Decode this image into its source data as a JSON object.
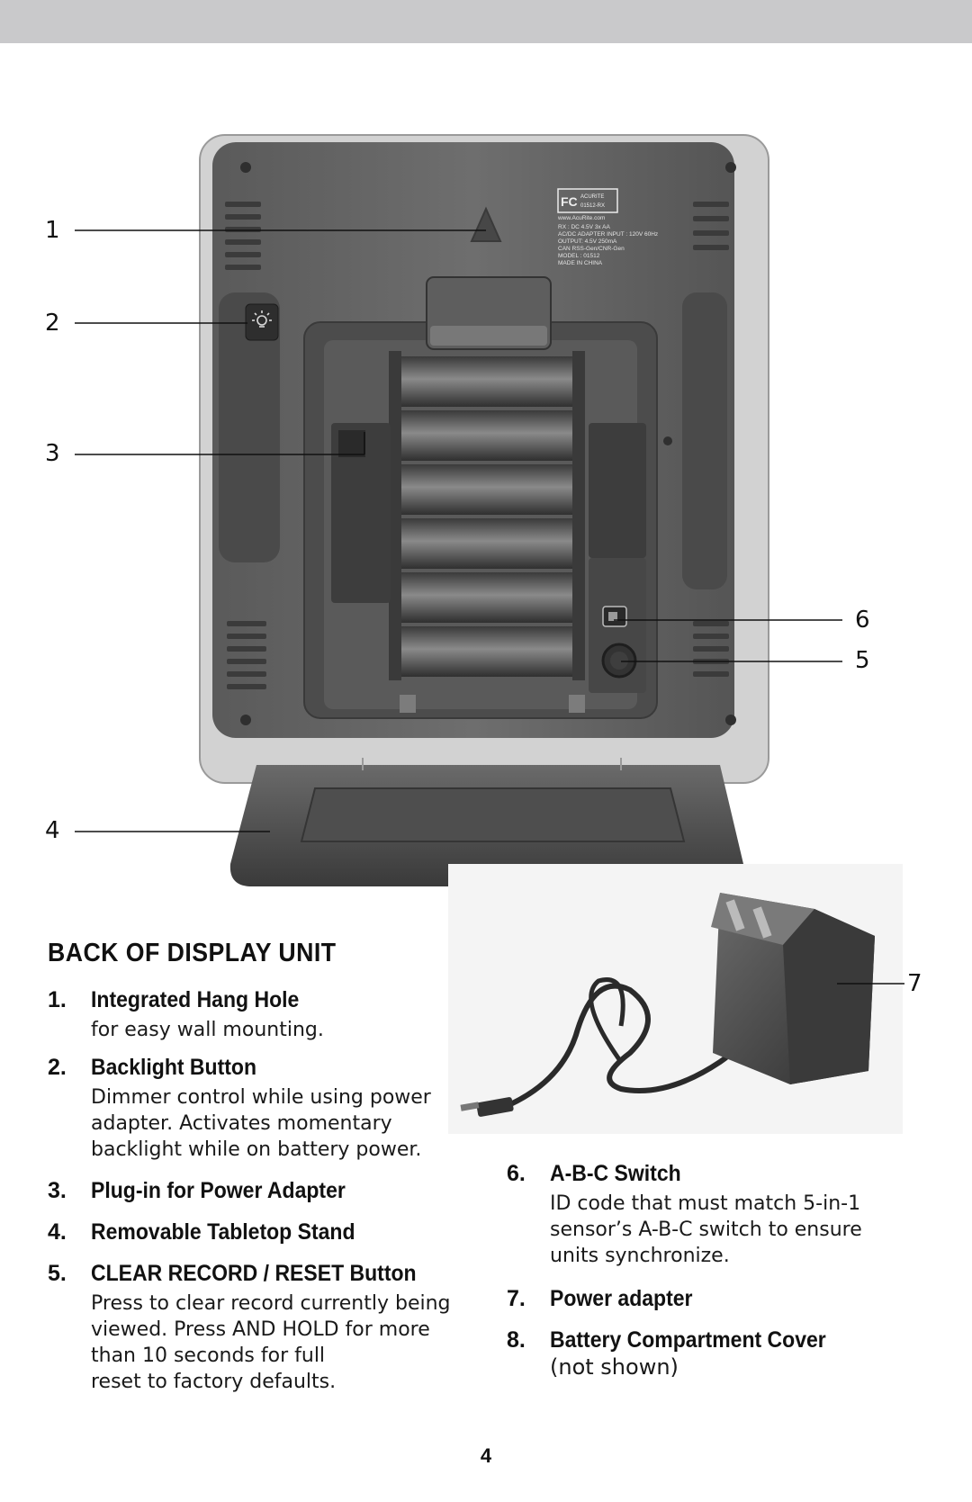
{
  "callouts": [
    "1",
    "2",
    "3",
    "4",
    "5",
    "6",
    "7"
  ],
  "section_title": "BACK OF DISPLAY UNIT",
  "items": [
    {
      "num": "1.",
      "head": "Integrated Hang Hole",
      "desc": "for easy wall mounting."
    },
    {
      "num": "2.",
      "head": "Backlight Button",
      "desc": "Dimmer control while using power\nadapter. Activates momentary\nbacklight while on battery power."
    },
    {
      "num": "3.",
      "head": "Plug-in for Power Adapter",
      "desc": ""
    },
    {
      "num": "4.",
      "head": "Removable Tabletop Stand",
      "desc": ""
    },
    {
      "num": "5.",
      "head": "CLEAR RECORD / RESET Button",
      "desc": "Press to clear record currently being\nviewed. Press AND HOLD for more\nthan 10 seconds for full\nreset to factory defaults."
    },
    {
      "num": "6.",
      "head": "A-B-C Switch",
      "desc": "ID code that must match 5-in-1\nsensor’s A-B-C switch to ensure\nunits synchronize."
    },
    {
      "num": "7.",
      "head": "Power adapter",
      "desc": ""
    },
    {
      "num": "8.",
      "head": "Battery Compartment Cover",
      "desc": "(not shown)"
    }
  ],
  "label_text": [
    "FC",
    "ACURITE",
    "01512-RX",
    "www.AcuRite.com",
    "RX : DC 4.5V 3x AA",
    "AC/DC ADAPTER INPUT : 120V 60Hz",
    "OUTPUT: 4.5V 250mA",
    "CAN RSS-Gen/CNR-Gen",
    "MODEL : 01512",
    "MADE IN CHINA"
  ],
  "page_number": "4"
}
